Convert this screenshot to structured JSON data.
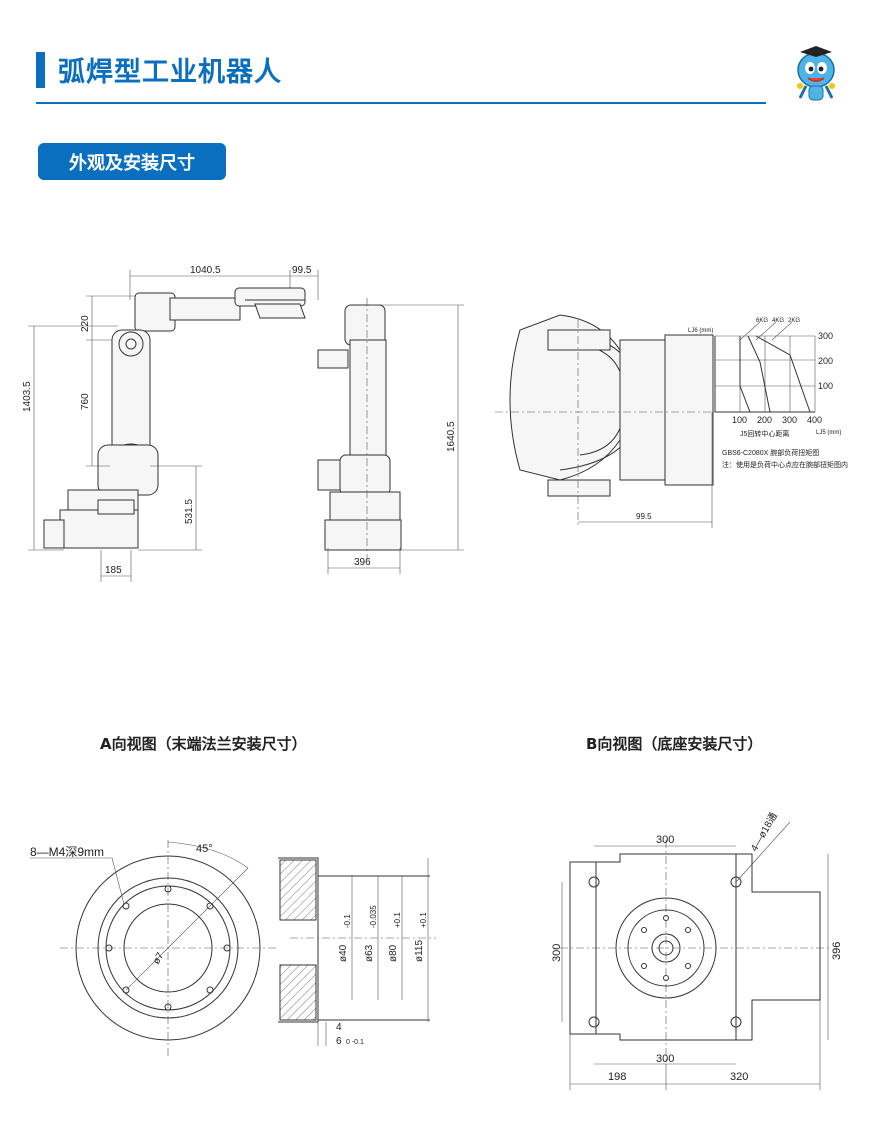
{
  "header": {
    "title": "弧焊型工业机器人",
    "accent": "#0b6fc0"
  },
  "section": {
    "label": "外观及安装尺寸"
  },
  "side_view": {
    "dims": [
      "1040.5",
      "99.5",
      "220",
      "760",
      "1403.5",
      "531.5",
      "185"
    ]
  },
  "front_view": {
    "dims": [
      "1640.5",
      "396"
    ]
  },
  "wrist_load": {
    "y_axis_label": "LJ6 (mm)",
    "y_ticks": [
      "300",
      "200",
      "100"
    ],
    "x_ticks": [
      "100",
      "200",
      "300",
      "400"
    ],
    "x_axis_label": "J5回转中心距离",
    "x_unit": "LJ5 (mm)",
    "curves": [
      "6KG",
      "4KG",
      "2KG"
    ],
    "dim": "99.5",
    "caption": "GBS6-C2080X 腕部负荷扭矩图",
    "note": "注：使用是负荷中心点应在腕部扭矩图内"
  },
  "view_a": {
    "caption": "A向视图（末端法兰安装尺寸）",
    "hole_label": "8—M4深9mm",
    "angle": "45°",
    "dia_label": "ø7",
    "d1": "ø40",
    "d1_tol": "-0.1",
    "d2": "ø63",
    "d2_tol": "-0.035",
    "d3": "ø80",
    "d3_tol": "+0.1",
    "d4": "ø115",
    "d4_tol": "+0.1",
    "depth1": "4",
    "depth2": "6",
    "depth2_tol": "0\n-0.1"
  },
  "view_b": {
    "caption": "B向视图（底座安装尺寸）",
    "top": "300",
    "hole_label": "4—ø18通",
    "left": "300",
    "right": "396",
    "bottom": "300",
    "b_left": "198",
    "b_right": "320"
  }
}
